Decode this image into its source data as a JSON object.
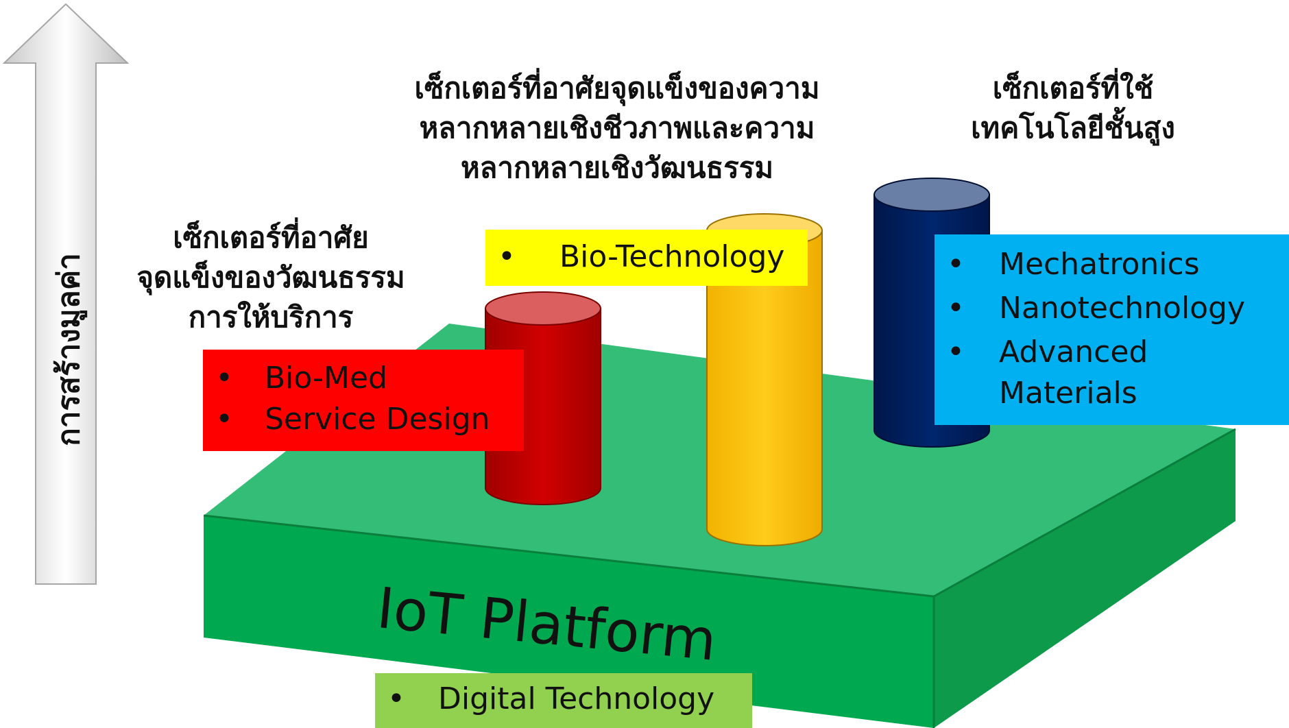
{
  "axis_label": "การสร้างมูลค่า",
  "headings": {
    "left": [
      "เซ็กเตอร์ที่อาศัย",
      "จุดแข็งของวัฒนธรรม",
      "การให้บริการ"
    ],
    "middle": [
      "เซ็กเตอร์ที่อาศัยจุดแข็งของความ",
      "หลากหลายเชิงชีวภาพและความ",
      "หลากหลายเชิงวัฒนธรรม"
    ],
    "right": [
      "เซ็กเตอร์ที่ใช้",
      "เทคโนโลยีชั้นสูง"
    ]
  },
  "boxes": {
    "red": {
      "items": [
        "Bio-Med",
        "Service Design"
      ],
      "color": "#ff0000"
    },
    "yellow": {
      "items": [
        "Bio-Technology"
      ],
      "color": "#ffff00"
    },
    "blue": {
      "items": [
        "Mechatronics",
        "Nanotechnology",
        "Advanced Materials"
      ],
      "color": "#00b0f0"
    },
    "green": {
      "items": [
        "Digital Technology"
      ],
      "color": "#92d050"
    }
  },
  "platform": {
    "label": "IoT Platform",
    "color": "#00b050"
  },
  "pillars": {
    "red": "#c00000",
    "yellow": "#ffc000",
    "navy": "#002060"
  }
}
